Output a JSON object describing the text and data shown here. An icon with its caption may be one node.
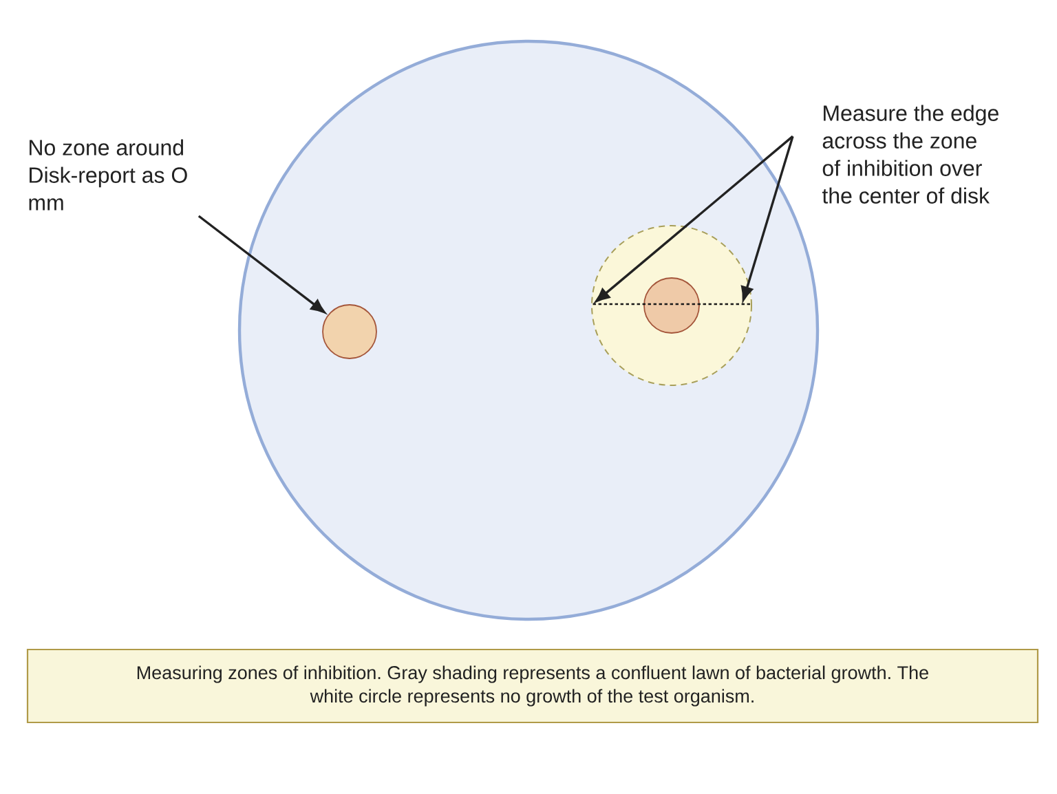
{
  "diagram": {
    "caption": "Measuring zones of inhibition. Gray shading represents a confluent lawn of bacterial growth. The white circle represents no growth of the test organism.",
    "nodes": [
      {
        "text": [
          "No zone around Disk-report as O mm"
        ]
      },
      {
        "text": [
          "Measure the edge across the zone of inhibition over the center of disk"
        ]
      },
      {
        "text": [],
        "shape": "circle"
      },
      {
        "text": [],
        "shape": "circle",
        "in": 2
      },
      {
        "text": [],
        "shape": "circle",
        "in": 2
      },
      {
        "text": [],
        "shape": "circle",
        "in": 4
      },
      {
        "text": [],
        "shape": "line",
        "in": 4
      }
    ],
    "edges": [
      {
        "from": 0,
        "to": 3,
        "arrow": "to"
      },
      {
        "from": 1,
        "to": 6,
        "arrow": "to"
      },
      {
        "from": 1,
        "to": 6,
        "arrow": "to"
      }
    ]
  }
}
